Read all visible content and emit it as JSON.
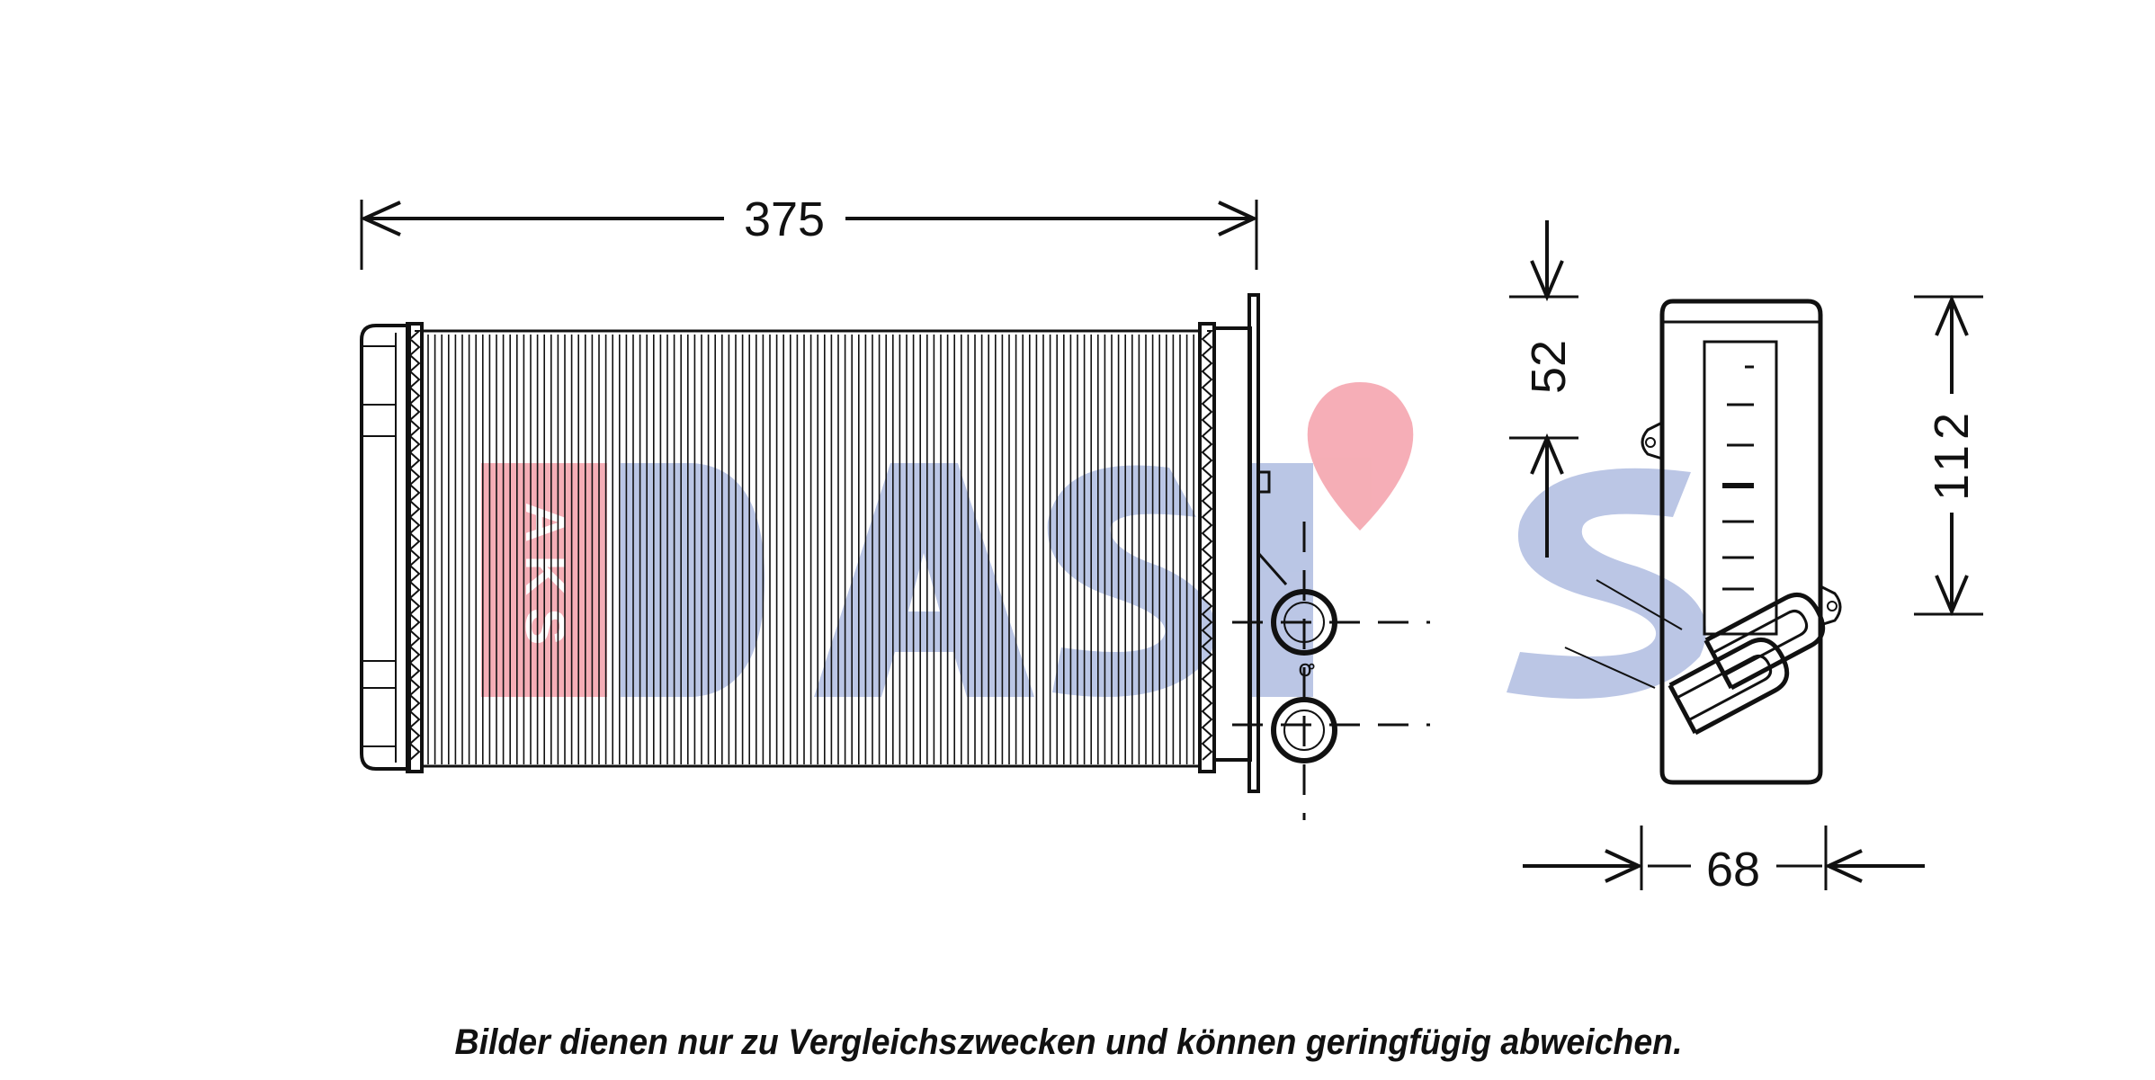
{
  "diagram": {
    "dimensions": {
      "length": "375",
      "core_thickness": "52",
      "height": "112",
      "depth": "68"
    },
    "watermark": {
      "text": "DASIS",
      "badge_text": "AKS",
      "colors": {
        "blue": "#b7c3e4",
        "red": "#f5aab3"
      }
    },
    "caption": "Bilder dienen nur zu Vergleichszwecken und können geringfügig abweichen."
  }
}
